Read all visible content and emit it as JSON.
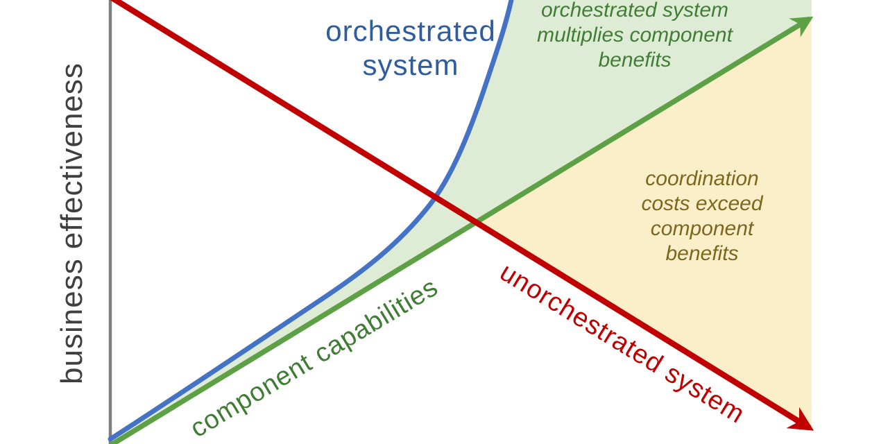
{
  "figure": {
    "y_axis_label": "business effectiveness",
    "orchestrated_label": "orchestrated\nsystem",
    "component_label": "component capabilities",
    "unorchestrated_label": "unorchestrated system",
    "green_region_annotation": "orchestrated system\nmultiplies component\nbenefits",
    "yellow_region_annotation": "coordination\ncosts exceed\ncomponent\nbenefits"
  },
  "colors": {
    "blue_line": "#4472c4",
    "blue_text": "#2e5c9c",
    "green_line": "#5da045",
    "green_text": "#3e7b33",
    "green_annotation_text": "#417e35",
    "red_line": "#c00000",
    "red_text": "#c00000",
    "olive_text": "#7d671f",
    "green_fill": "#deecd5",
    "yellow_fill": "#faefc8",
    "axis_gray": "#7f7f7f",
    "axis_label_gray": "#3f3f3f"
  },
  "chart_data": {
    "type": "line",
    "title": "",
    "xlabel": "",
    "ylabel": "business effectiveness",
    "axes_numeric": false,
    "xlim": [
      0,
      1
    ],
    "ylim": [
      0,
      1
    ],
    "grid": false,
    "legend_position": "labels-on-lines",
    "series": [
      {
        "name": "orchestrated system",
        "shape": "exponential-increasing",
        "color": "#4472c4",
        "x": [
          0.0,
          0.2,
          0.33,
          0.41,
          0.46,
          0.5,
          0.53,
          0.55,
          0.56
        ],
        "values": [
          0.01,
          0.21,
          0.37,
          0.45,
          0.55,
          0.66,
          0.81,
          0.94,
          1.0
        ]
      },
      {
        "name": "component capabilities",
        "shape": "linear-increasing",
        "color": "#5da045",
        "x": [
          0.0,
          1.0
        ],
        "values": [
          0.0,
          0.97
        ]
      },
      {
        "name": "unorchestrated system",
        "shape": "linear-decreasing",
        "color": "#c00000",
        "x": [
          0.01,
          1.0
        ],
        "values": [
          1.0,
          0.02
        ]
      }
    ],
    "regions": [
      {
        "name": "orchestrated system multiplies component benefits",
        "color": "#deecd5",
        "between": [
          "orchestrated system",
          "component capabilities"
        ]
      },
      {
        "name": "coordination costs exceed component benefits",
        "color": "#faefc8",
        "between": [
          "component capabilities",
          "unorchestrated system"
        ],
        "from_crossover": true
      }
    ],
    "crossover_point": {
      "x": 0.51,
      "y": 0.5
    },
    "annotations": [
      "orchestrated system multiplies component benefits",
      "coordination costs exceed component benefits"
    ]
  }
}
